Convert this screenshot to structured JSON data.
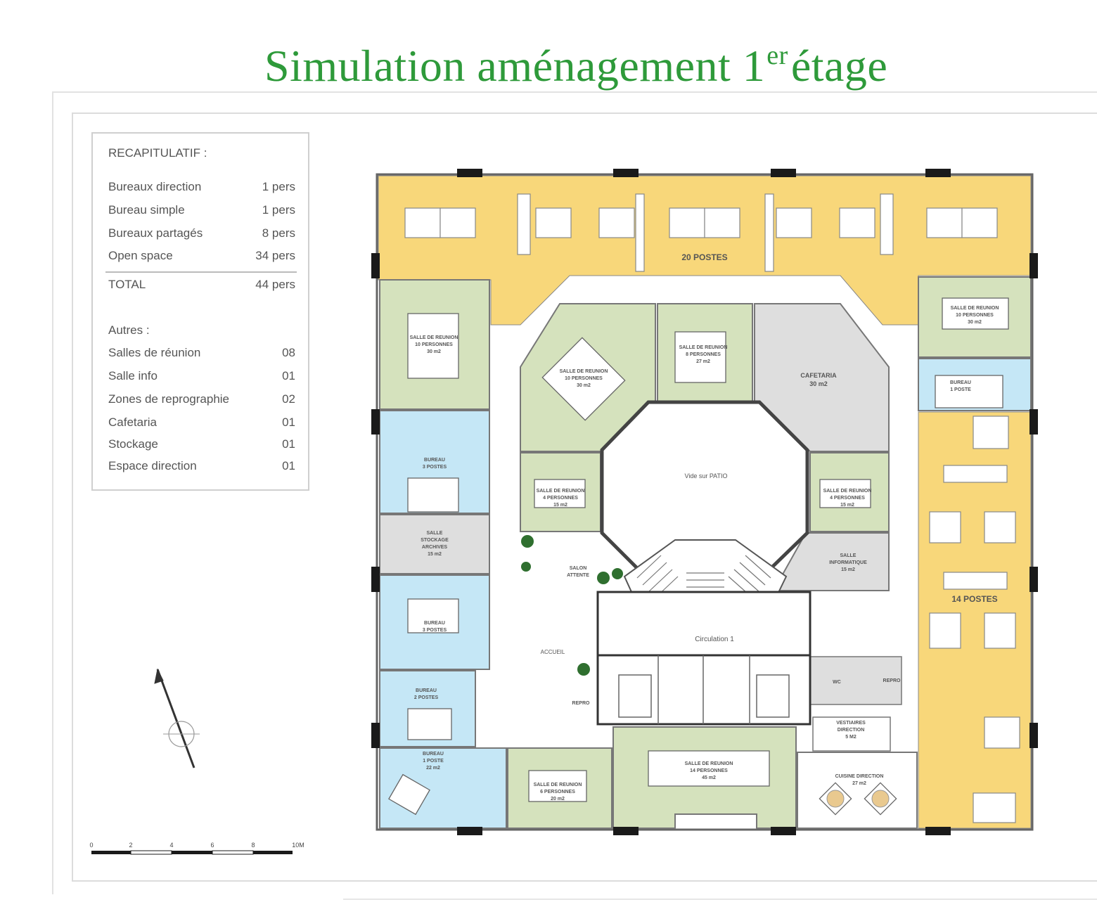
{
  "title": {
    "main": "Simulation aménagement 1",
    "sup": "er",
    "tail": "étage"
  },
  "recap": {
    "heading": "RECAPITULATIF :",
    "rows": [
      {
        "label": "Bureaux direction",
        "value": "1 pers"
      },
      {
        "label": "Bureau simple",
        "value": "1 pers"
      },
      {
        "label": "Bureaux partagés",
        "value": "8 pers"
      },
      {
        "label": "Open space",
        "value": "34 pers"
      }
    ],
    "total": {
      "label": "TOTAL",
      "value": "44 pers"
    },
    "others_heading": "Autres :",
    "others": [
      {
        "label": "Salles de réunion",
        "value": "08"
      },
      {
        "label": "Salle info",
        "value": "01"
      },
      {
        "label": "Zones de reprographie",
        "value": "02"
      },
      {
        "label": "Cafetaria",
        "value": "01"
      },
      {
        "label": "Stockage",
        "value": "01"
      },
      {
        "label": "Espace direction",
        "value": "01"
      }
    ]
  },
  "rooms": {
    "open_top": "20 POSTES",
    "open_right": "14 POSTES",
    "patio": "Vide sur PATIO",
    "cafeteria": [
      "CAFETARIA",
      "30 m2"
    ],
    "meeting_left_top": [
      "SALLE DE REUNION",
      "10 PERSONNES",
      "30 m2"
    ],
    "meeting_oct_left": [
      "SALLE DE REUNION",
      "10 PERSONNES",
      "30 m2"
    ],
    "meeting_oct_mid": [
      "SALLE DE REUNION",
      "8 PERSONNES",
      "27 m2"
    ],
    "meeting_right_top": [
      "SALLE DE REUNION",
      "10 PERSONNES",
      "30 m2"
    ],
    "meeting_small_left": [
      "SALLE DE REUNION",
      "4 PERSONNES",
      "15 m2"
    ],
    "meeting_small_right": [
      "SALLE DE REUNION",
      "4 PERSONNES",
      "15 m2"
    ],
    "meeting_bottom_left": [
      "SALLE DE REUNION",
      "6 PERSONNES",
      "20 m2"
    ],
    "meeting_bottom_mid": [
      "SALLE DE REUNION",
      "14 PERSONNES",
      "45 m2"
    ],
    "bureau_left_1": [
      "BUREAU",
      "3 POSTES"
    ],
    "bureau_left_2": [
      "BUREAU",
      "3 POSTES"
    ],
    "bureau_left_3": [
      "BUREAU",
      "2 POSTES"
    ],
    "bureau_left_4": [
      "BUREAU",
      "1 POSTE",
      "22 m2"
    ],
    "bureau_right": [
      "BUREAU",
      "1 POSTE"
    ],
    "storage": [
      "SALLE",
      "STOCKAGE",
      "ARCHIVES",
      "15 m2"
    ],
    "info_room": [
      "SALLE",
      "INFORMATIQUE",
      "15 m2"
    ],
    "waiting": [
      "SALON",
      "ATTENTE"
    ],
    "reception": "ACCUEIL",
    "circulation": "Circulation 1",
    "repro_left": "REPRO",
    "repro_right": "REPRO",
    "direction_office": [
      "VESTIAIRES",
      "DIRECTION",
      "5 M2"
    ],
    "direction_kitchen": [
      "CUISINE DIRECTION",
      "27 m2"
    ],
    "wc": "WC"
  },
  "scale": {
    "labels": [
      "0",
      "2",
      "4",
      "6",
      "8",
      "10M"
    ]
  },
  "colors": {
    "title": "#2e9a3a",
    "open_space": "#f8d77a",
    "meeting": "#d5e2bd",
    "office": "#c5e7f6",
    "service": "#dedede",
    "wall": "#666666"
  }
}
